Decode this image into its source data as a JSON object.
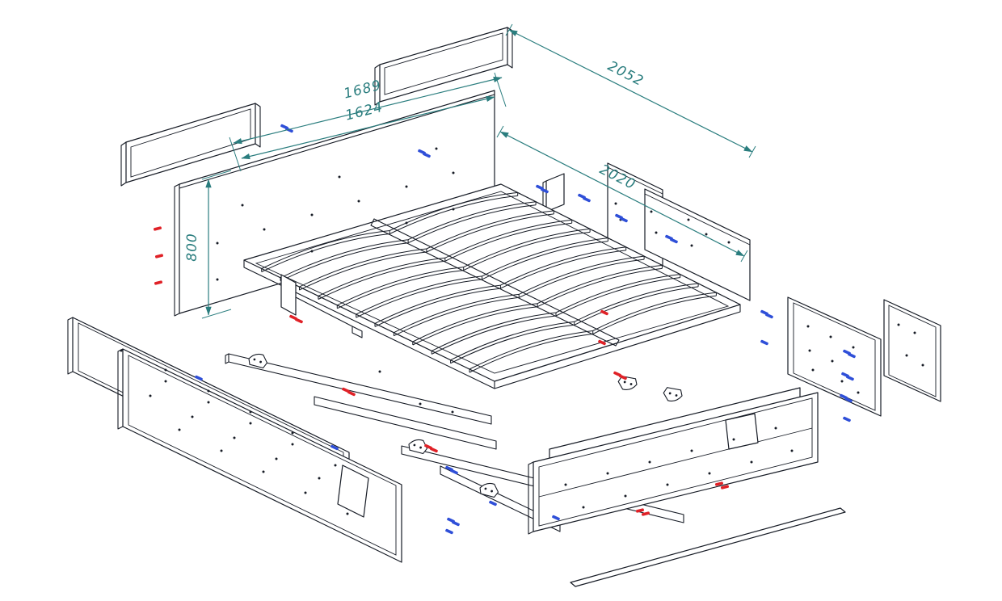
{
  "colors": {
    "line": "#161b25",
    "dimension": "#2a7d7e",
    "marker_red": "#e02127",
    "marker_blue": "#2f4fd8",
    "background": "#ffffff"
  },
  "dimensions": {
    "width_outer": "1689",
    "width_inner": "1624",
    "length_outer": "2052",
    "length_inner": "2020",
    "height": "800"
  },
  "markers": {
    "red": [
      [
        195,
        283,
        -14
      ],
      [
        197,
        317,
        -14
      ],
      [
        196,
        350,
        -14
      ],
      [
        363,
        393,
        24
      ],
      [
        370,
        397,
        24
      ],
      [
        428,
        483,
        24
      ],
      [
        435,
        487,
        24
      ],
      [
        530,
        553,
        24
      ],
      [
        537,
        557,
        24
      ],
      [
        745,
        424,
        24
      ],
      [
        764,
        463,
        24
      ],
      [
        771,
        467,
        24
      ],
      [
        748,
        387,
        24
      ],
      [
        890,
        599,
        -14
      ],
      [
        897,
        603,
        -14
      ],
      [
        792,
        632,
        -14
      ],
      [
        799,
        636,
        -14
      ]
    ],
    "blue": [
      [
        352,
        157,
        24
      ],
      [
        358,
        161,
        24
      ],
      [
        522,
        188,
        24
      ],
      [
        528,
        192,
        24
      ],
      [
        668,
        232,
        24
      ],
      [
        674,
        236,
        24
      ],
      [
        720,
        243,
        24
      ],
      [
        726,
        247,
        24
      ],
      [
        766,
        268,
        24
      ],
      [
        772,
        272,
        24
      ],
      [
        828,
        294,
        24
      ],
      [
        834,
        298,
        24
      ],
      [
        946,
        387,
        24
      ],
      [
        952,
        391,
        24
      ],
      [
        946,
        424,
        24
      ],
      [
        1048,
        436,
        24
      ],
      [
        1054,
        440,
        24
      ],
      [
        1046,
        464,
        24
      ],
      [
        1052,
        468,
        24
      ],
      [
        1044,
        491,
        24
      ],
      [
        1050,
        495,
        24
      ],
      [
        1048,
        519,
        24
      ],
      [
        556,
        580,
        24
      ],
      [
        562,
        584,
        24
      ],
      [
        558,
        644,
        24
      ],
      [
        564,
        648,
        24
      ],
      [
        556,
        658,
        24
      ],
      [
        246,
        468,
        24
      ],
      [
        414,
        554,
        24
      ],
      [
        610,
        623,
        24
      ],
      [
        688,
        641,
        24
      ]
    ]
  }
}
